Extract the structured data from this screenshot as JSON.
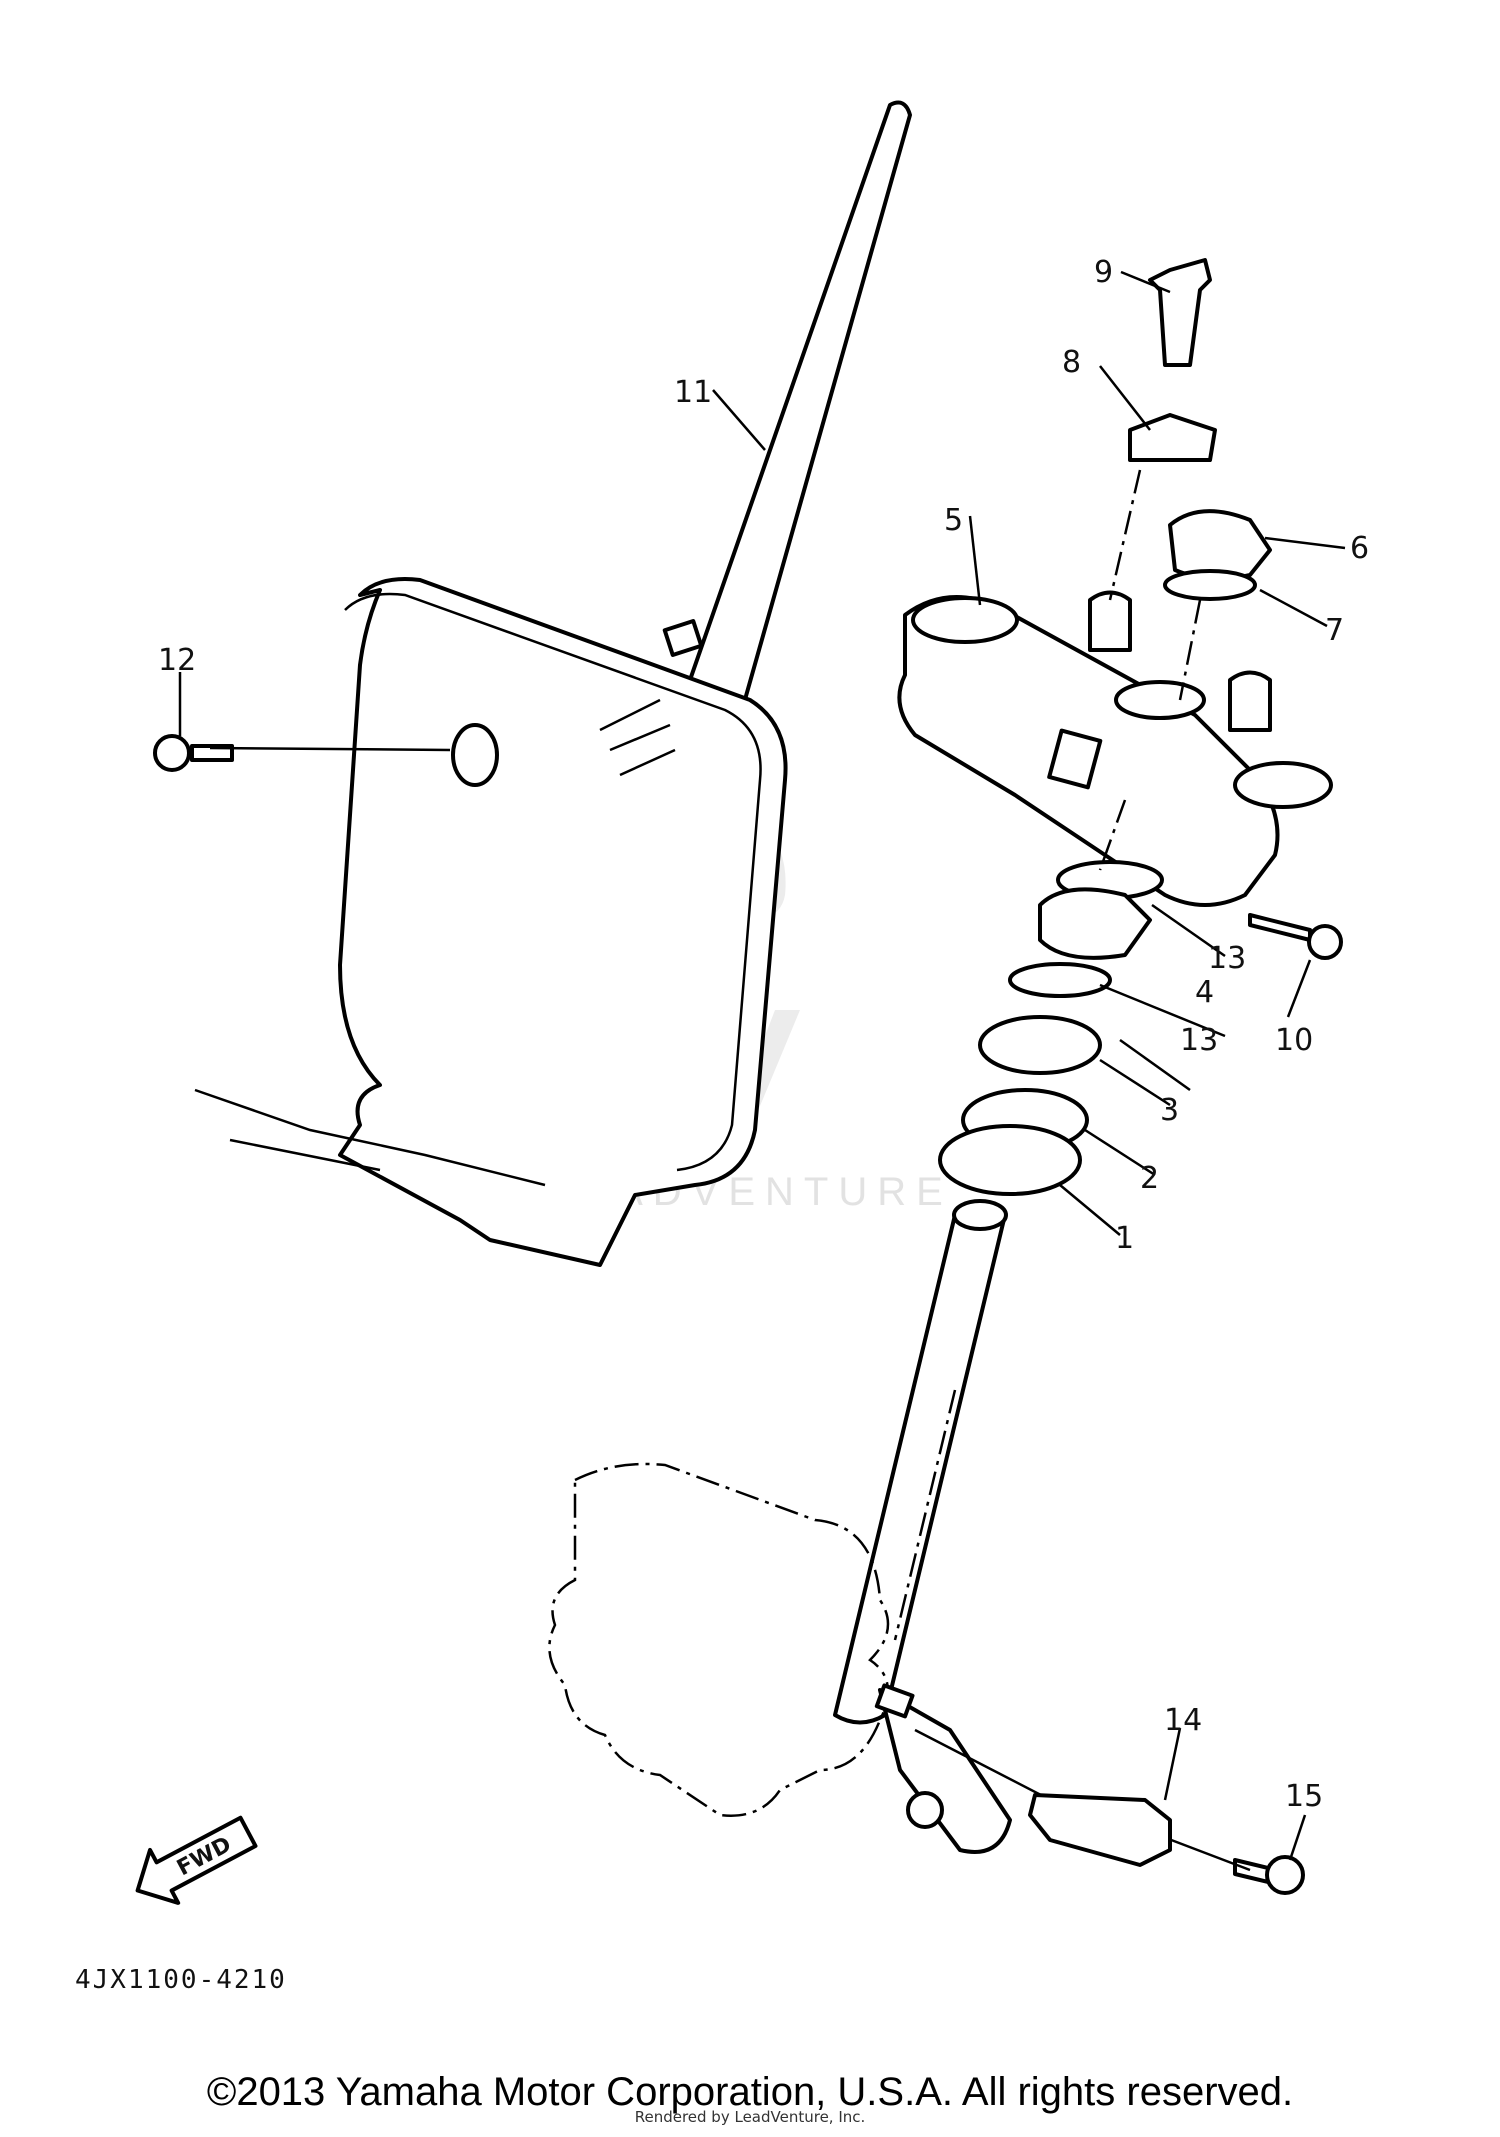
{
  "diagram": {
    "callouts": [
      "1",
      "2",
      "3",
      "4",
      "5",
      "6",
      "7",
      "8",
      "9",
      "10",
      "11",
      "12",
      "13",
      "13",
      "14",
      "15"
    ],
    "diagram_code": "4JX1100-4210",
    "fwd_label": "FWD",
    "watermark": "LEADVENTURE"
  },
  "footer": {
    "copyright": "©2013 Yamaha Motor Corporation, U.S.A. All rights reserved.",
    "rendered_by": "Rendered by LeadVenture, Inc."
  }
}
